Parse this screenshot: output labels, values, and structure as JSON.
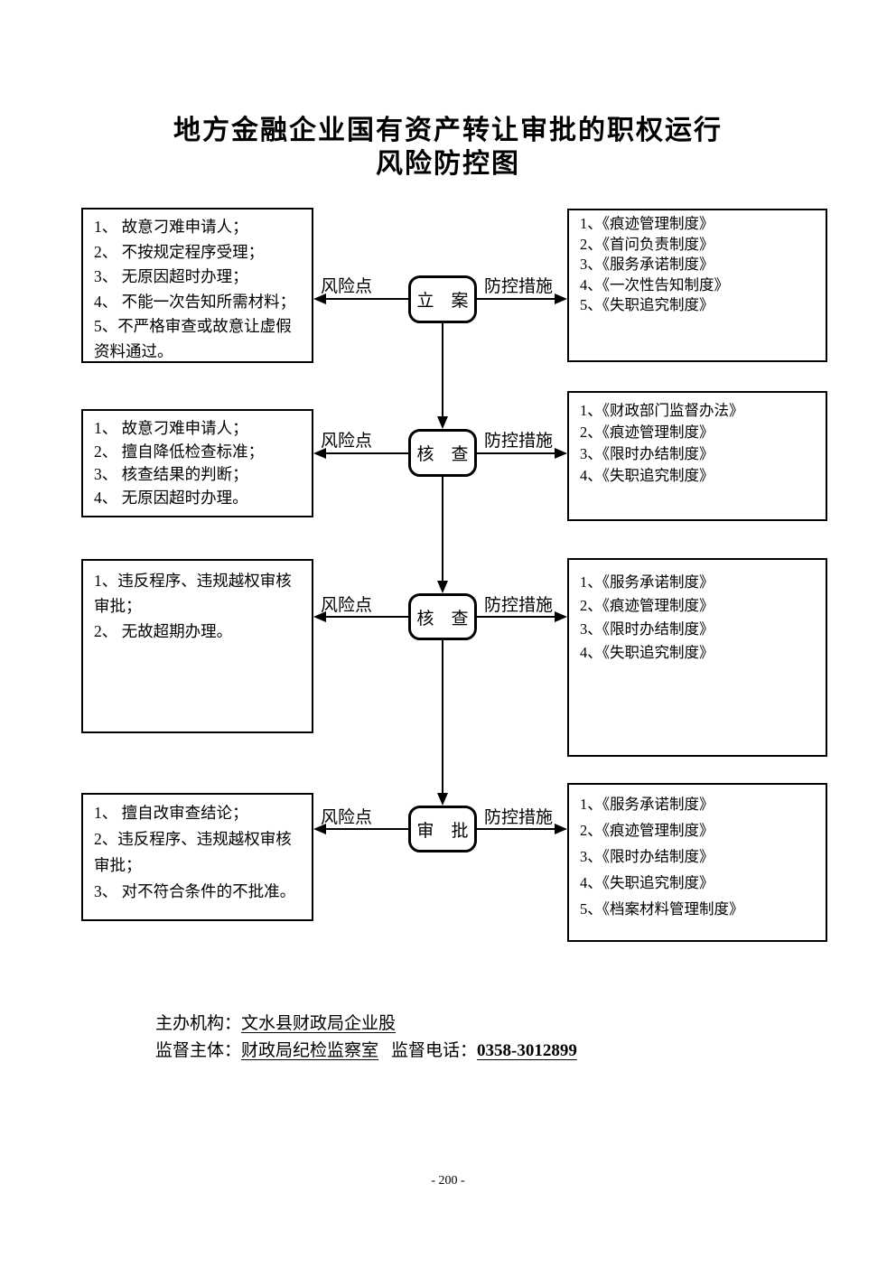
{
  "title": {
    "line1": "地方金融企业国有资产转让审批的职权运行",
    "line2": "风险防控图"
  },
  "arrow_labels": {
    "risk": "风险点",
    "control": "防控措施"
  },
  "stages": [
    {
      "name": "立　案",
      "risks": [
        "1、 故意刁难申请人；",
        "2、 不按规定程序受理；",
        "3、 无原因超时办理；",
        "4、 不能一次告知所需材料；",
        "5、不严格审查或故意让虚假资料通过。"
      ],
      "measures": [
        "1、《痕迹管理制度》",
        "2、《首问负责制度》",
        "3、《服务承诺制度》",
        "4、《一次性告知制度》",
        "5、《失职追究制度》"
      ]
    },
    {
      "name": "核　查",
      "risks": [
        "1、 故意刁难申请人；",
        "2、 擅自降低检查标准；",
        "3、 核查结果的判断；",
        "4、 无原因超时办理。"
      ],
      "measures": [
        "1、《财政部门监督办法》",
        "2、《痕迹管理制度》",
        "3、《限时办结制度》",
        "4、《失职追究制度》"
      ]
    },
    {
      "name": "核　查",
      "risks": [
        "1、违反程序、违规越权审核审批；",
        "2、 无故超期办理。"
      ],
      "measures": [
        "1、《服务承诺制度》",
        "2、《痕迹管理制度》",
        "3、《限时办结制度》",
        "4、《失职追究制度》"
      ]
    },
    {
      "name": "审　批",
      "risks": [
        "1、 擅自改审查结论；",
        "2、违反程序、违规越权审核审批；",
        "3、 对不符合条件的不批准。"
      ],
      "measures": [
        "1、《服务承诺制度》",
        "2、《痕迹管理制度》",
        "3、《限时办结制度》",
        "4、《失职追究制度》",
        "5、《档案材料管理制度》"
      ]
    }
  ],
  "footer": {
    "organizer_label": "主办机构：",
    "organizer_value": "文水县财政局企业股",
    "supervisor_label": "监督主体：",
    "supervisor_value": "财政局纪检监察室",
    "phone_label": "监督电话：",
    "phone_value": "0358-3012899"
  },
  "page_number": "- 200 -",
  "colors": {
    "ink": "#000000",
    "paper": "#ffffff"
  }
}
